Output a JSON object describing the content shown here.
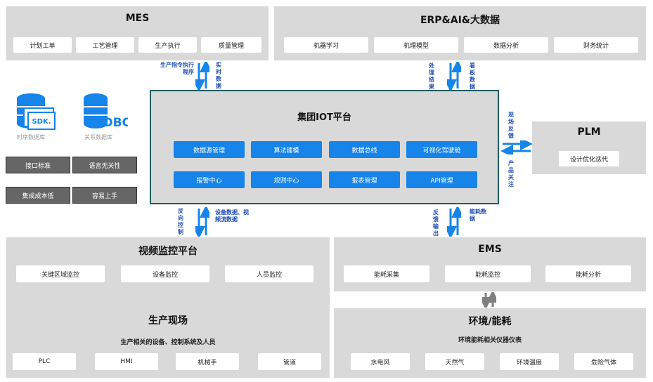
{
  "mes": {
    "title": "MES",
    "items": [
      "计划工单",
      "工艺管理",
      "生产执行",
      "质量管理"
    ]
  },
  "erp": {
    "title": "ERP&AI&大数据",
    "items": [
      "机器学习",
      "机理模型",
      "数据分析",
      "财务统计"
    ]
  },
  "plm": {
    "title": "PLM",
    "items": [
      "设计优化迭代"
    ]
  },
  "iot": {
    "title": "集团IOT平台",
    "row1": [
      "数据源管理",
      "算法建模",
      "数据总线",
      "可视化驾驶舱"
    ],
    "row2": [
      "报警中心",
      "规则中心",
      "报表管理",
      "API管理"
    ]
  },
  "left": {
    "sdk_caption": "时序数据库",
    "sdk_icon_text": "SDK.",
    "odbc_caption": "关系数据库",
    "odbc_icon_text": "ODBC",
    "features": [
      "接口标准",
      "语言无关性",
      "集成成本低",
      "容易上手"
    ]
  },
  "video": {
    "title": "视频监控平台",
    "items": [
      "关键区域监控",
      "设备监控",
      "人员监控"
    ]
  },
  "production": {
    "title": "生产现场",
    "subtitle": "生产相关的设备、控制系统及人员",
    "items": [
      "PLC",
      "HMI",
      "机械手",
      "管道"
    ]
  },
  "ems": {
    "title": "EMS",
    "items": [
      "能耗采集",
      "能耗监控",
      "能耗分析"
    ]
  },
  "env": {
    "title": "环境/能耗",
    "subtitle": "环境能耗相关仪器仪表",
    "items": [
      "水电风",
      "天然气",
      "环境温度",
      "危险气体"
    ]
  },
  "flows": {
    "mes_down": "生产指令执行程序",
    "mes_up": "实时数据",
    "erp_down": "处理结果",
    "erp_up": "看板数据",
    "plm_in": "现场反馈",
    "plm_out": "产品关注",
    "video_down": "反向控制",
    "video_up": "设备数据、视频流数据",
    "ems_down": "反馈输出",
    "ems_up": "能耗数据"
  },
  "colors": {
    "panel": "#d9d9d9",
    "accent_blue": "#1684e8",
    "iot_border": "#1f5f63",
    "label_blue": "#1f4fb5",
    "dark_button": "#666666"
  }
}
